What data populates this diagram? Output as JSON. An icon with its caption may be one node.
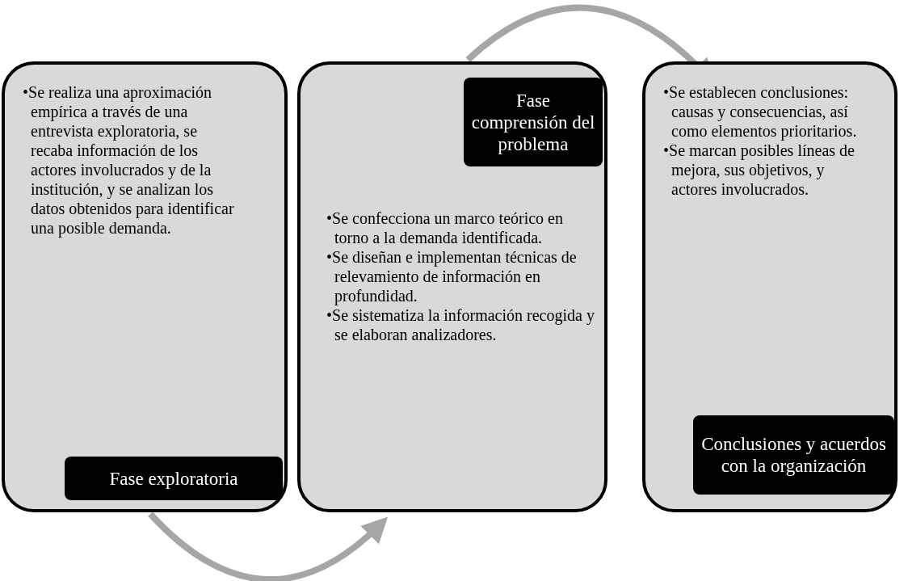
{
  "diagram": {
    "nodes": [
      {
        "text": [
          "•Se realiza una aproximación empírica a través de una entrevista exploratoria, se recaba información de los actores involucrados y de la institución, y se analizan los datos obtenidos para identificar una posible demanda."
        ]
      },
      {
        "text": [
          "Fase exploratoria"
        ],
        "in": 0
      },
      {
        "text": [
          "•Se confecciona un marco teórico en torno a la demanda identificada.",
          "•Se diseñan e implementan técnicas de relevamiento de información en profundidad.",
          "•Se sistematiza la información recogida y se elaboran analizadores."
        ]
      },
      {
        "text": [
          "Fase comprensión del problema"
        ],
        "in": 2
      },
      {
        "text": [
          "•Se establecen conclusiones: causas y consecuencias, así como elementos prioritarios.",
          "•Se marcan posibles líneas de mejora, sus objetivos, y actores involucrados."
        ]
      },
      {
        "text": [
          "Conclusiones y acuerdos con la organización"
        ],
        "in": 4
      }
    ],
    "edges": [
      {
        "from": 0,
        "to": 2,
        "arrow": "to"
      },
      {
        "from": 2,
        "to": 4,
        "arrow": "to"
      }
    ]
  }
}
